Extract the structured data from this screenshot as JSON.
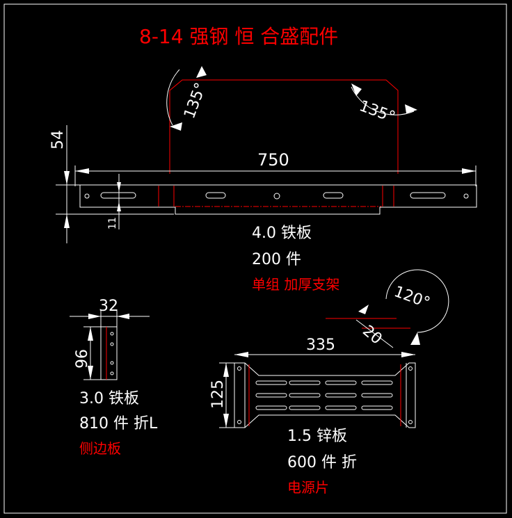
{
  "title": "8-14 强钢 恒 合盛配件",
  "colors": {
    "background": "#000000",
    "geometry": "#ffffff",
    "highlight": "#ff0000"
  },
  "part1": {
    "angle_left": "135°",
    "angle_right": "135°",
    "dim_height": "54",
    "dim_length": "750",
    "dim_slot": "11",
    "material": "4.0 铁板",
    "quantity": "200 件",
    "name": "单组 加厚支架"
  },
  "part2": {
    "dim_width": "32",
    "dim_height": "96",
    "material": "3.0 铁板",
    "quantity": "810 件 折L",
    "name": "侧边板"
  },
  "part3": {
    "dim_length": "335",
    "dim_height": "125",
    "angle": "120°",
    "dim_small": "20",
    "material": "1.5 锌板",
    "quantity": "600 件 折",
    "name": "电源片"
  }
}
